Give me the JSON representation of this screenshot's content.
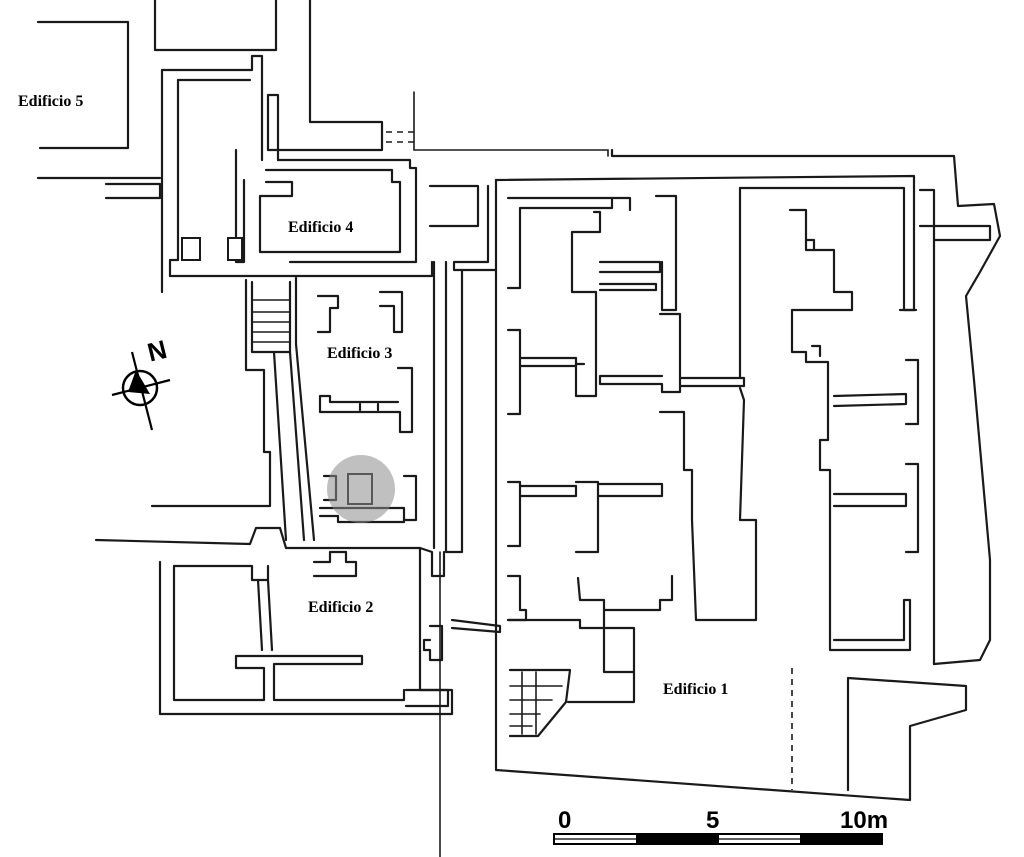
{
  "labels": {
    "edificio1": "Edificio 1",
    "edificio2": "Edificio 2",
    "edificio3": "Edificio 3",
    "edificio4": "Edificio 4",
    "edificio5": "Edificio 5"
  },
  "north_arrow": {
    "letter": "N"
  },
  "scale_bar": {
    "ticks": [
      "0",
      "5",
      "10m"
    ]
  },
  "highlight": {
    "color": "#8c8c8c",
    "opacity": 0.55
  }
}
